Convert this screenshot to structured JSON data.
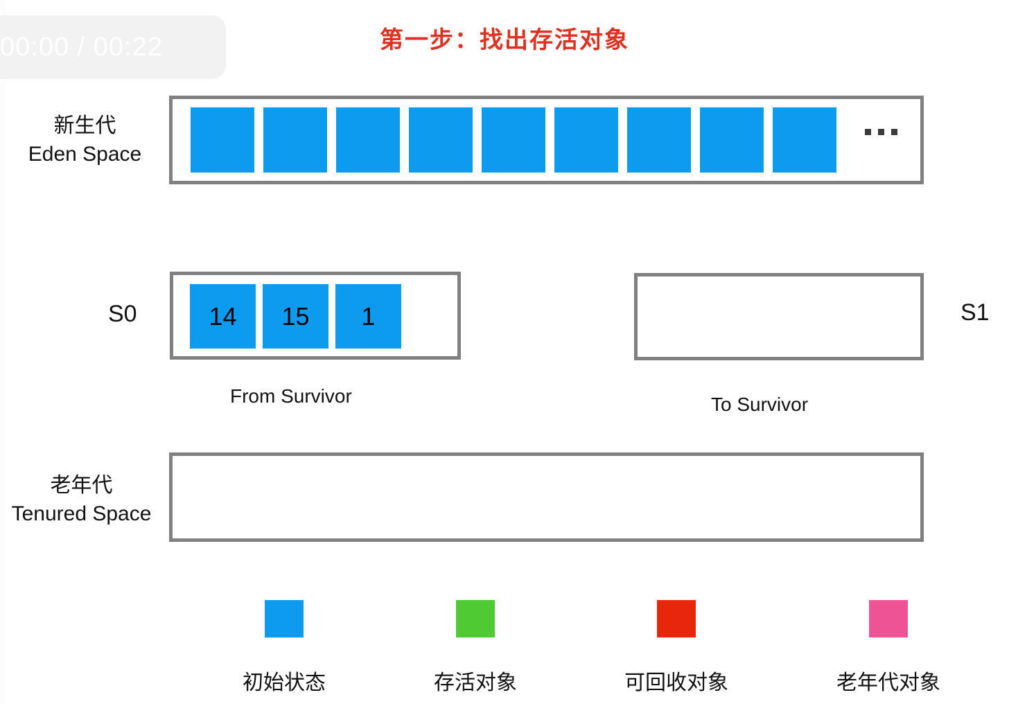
{
  "video": {
    "time_display": "00:00 / 00:22"
  },
  "title": "第一步：找出存活对象",
  "colors": {
    "object_blue": "#0d9bf0",
    "alive_green": "#4ecb32",
    "collectible_red": "#e8260c",
    "tenured_pink": "#ee5396",
    "border_gray": "#808080",
    "title_red": "#e03020"
  },
  "regions": {
    "eden": {
      "label_cn": "新生代",
      "label_en": "Eden Space",
      "object_count": 9,
      "objects": [
        "",
        "",
        "",
        "",
        "",
        "",
        "",
        "",
        ""
      ],
      "overflow_indicator": "…"
    },
    "survivor_from": {
      "side_label": "S0",
      "caption": "From Survivor",
      "objects": [
        "14",
        "15",
        "1"
      ]
    },
    "survivor_to": {
      "side_label": "S1",
      "caption": "To Survivor",
      "objects": []
    },
    "tenured": {
      "label_cn": "老年代",
      "label_en": "Tenured Space",
      "objects": []
    }
  },
  "legend": {
    "items": [
      {
        "label": "初始状态",
        "color": "#0d9bf0",
        "name": "initial-state"
      },
      {
        "label": "存活对象",
        "color": "#4ecb32",
        "name": "alive-object"
      },
      {
        "label": "可回收对象",
        "color": "#e8260c",
        "name": "collectible-object"
      },
      {
        "label": "老年代对象",
        "color": "#ee5396",
        "name": "tenured-object"
      }
    ]
  }
}
